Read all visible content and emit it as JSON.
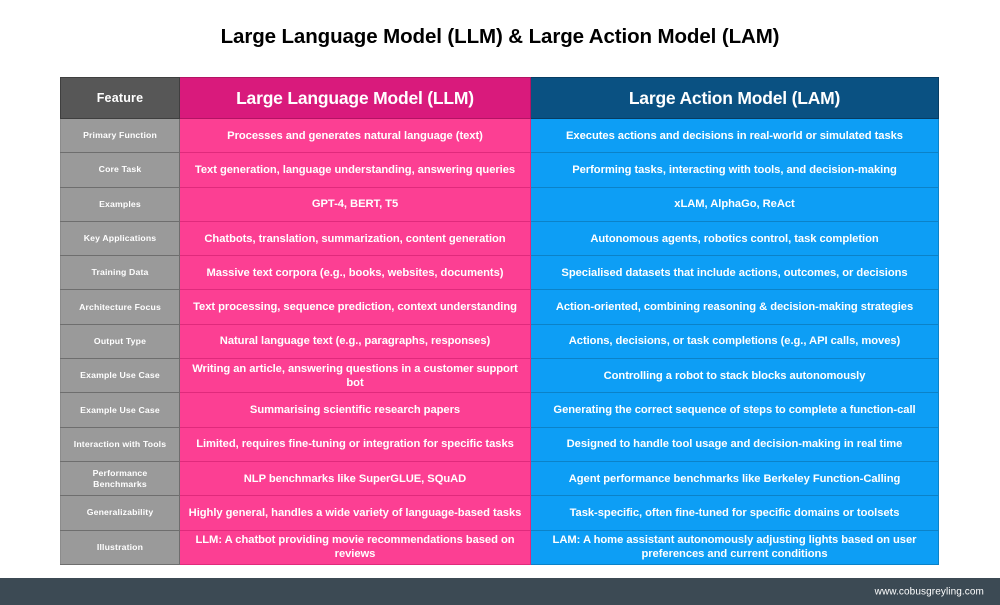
{
  "page_title": "Large Language Model (LLM) & Large Action Model (LAM)",
  "colors": {
    "background": "#ffffff",
    "header_feature": "#575757",
    "header_llm": "#D91A7C",
    "header_lam": "#0A5182",
    "cell_feature": "#9A9A9A",
    "cell_llm": "#FC3F93",
    "cell_lam": "#0D9EF5",
    "footer_bar": "#3C4A54",
    "text_on_fill": "#ffffff",
    "title_text": "#000000"
  },
  "table": {
    "headers": {
      "feature": "Feature",
      "llm": "Large Language Model (LLM)",
      "lam": "Large Action Model (LAM)"
    },
    "rows": [
      {
        "feature": "Primary Function",
        "llm": "Processes and generates natural language (text)",
        "lam": "Executes actions and decisions in real-world or simulated tasks"
      },
      {
        "feature": "Core Task",
        "llm": "Text generation, language understanding, answering queries",
        "lam": "Performing tasks, interacting with tools, and decision-making"
      },
      {
        "feature": "Examples",
        "llm": "GPT-4, BERT, T5",
        "lam": "xLAM, AlphaGo, ReAct"
      },
      {
        "feature": "Key Applications",
        "llm": "Chatbots, translation, summarization, content generation",
        "lam": "Autonomous agents, robotics control, task completion"
      },
      {
        "feature": "Training Data",
        "llm": "Massive text corpora (e.g., books, websites, documents)",
        "lam": "Specialised datasets that include actions, outcomes, or decisions"
      },
      {
        "feature": "Architecture Focus",
        "llm": "Text processing, sequence prediction, context understanding",
        "lam": "Action-oriented, combining reasoning & decision-making strategies"
      },
      {
        "feature": "Output Type",
        "llm": "Natural language text (e.g., paragraphs, responses)",
        "lam": "Actions, decisions, or task completions (e.g., API calls, moves)"
      },
      {
        "feature": "Example Use Case",
        "llm": "Writing an article, answering questions in a customer support bot",
        "lam": "Controlling a robot to stack blocks autonomously"
      },
      {
        "feature": "Example Use Case",
        "llm": "Summarising scientific research papers",
        "lam": "Generating the correct sequence of steps to complete a function-call"
      },
      {
        "feature": "Interaction with Tools",
        "llm": "Limited, requires fine-tuning or integration for specific tasks",
        "lam": "Designed to handle tool usage and decision-making in real time"
      },
      {
        "feature": "Performance Benchmarks",
        "llm": "NLP benchmarks like SuperGLUE, SQuAD",
        "lam": "Agent performance benchmarks like Berkeley Function-Calling"
      },
      {
        "feature": "Generalizability",
        "llm": "Highly general, handles a wide variety of language-based tasks",
        "lam": "Task-specific, often fine-tuned for specific domains or toolsets"
      },
      {
        "feature": "Illustration",
        "llm": "LLM: A chatbot providing movie recommendations based on reviews",
        "lam": "LAM: A home assistant autonomously adjusting lights based on user preferences and current conditions"
      }
    ]
  },
  "footer": {
    "url": "www.cobusgreyling.com"
  }
}
